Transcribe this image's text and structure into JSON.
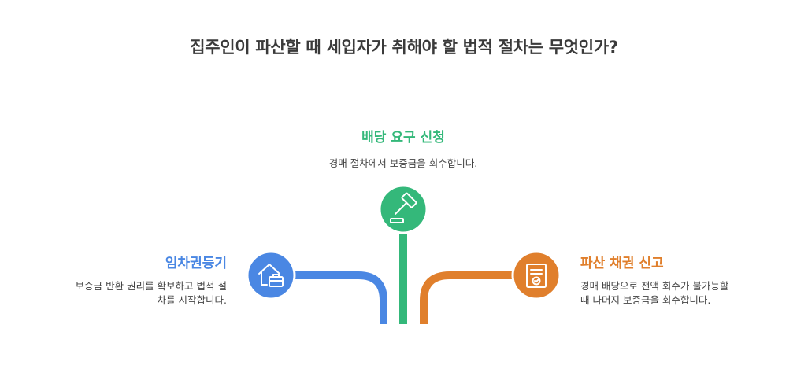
{
  "title": "집주인이 파산할 때 세입자가 취해야 할 법적 절차는 무엇인가?",
  "colors": {
    "green": "#34b87a",
    "blue": "#4a87e3",
    "orange": "#e07f2c"
  },
  "steps": {
    "top": {
      "label": "배당 요구 신청",
      "desc": "경매 절차에서 보증금을 회수합니다.",
      "icon": "gavel-icon"
    },
    "left": {
      "label": "임차권등기",
      "desc_lines": [
        "보증금 반환 권리를 확보하고 법적 절",
        "차를 시작합니다."
      ],
      "icon": "house-briefcase-icon"
    },
    "right": {
      "label": "파산 채권 신고",
      "desc_lines": [
        "경매 배당으로 전액 회수가 불가능할",
        "때 나머지 보증금을 회수합니다."
      ],
      "icon": "certificate-icon"
    }
  }
}
